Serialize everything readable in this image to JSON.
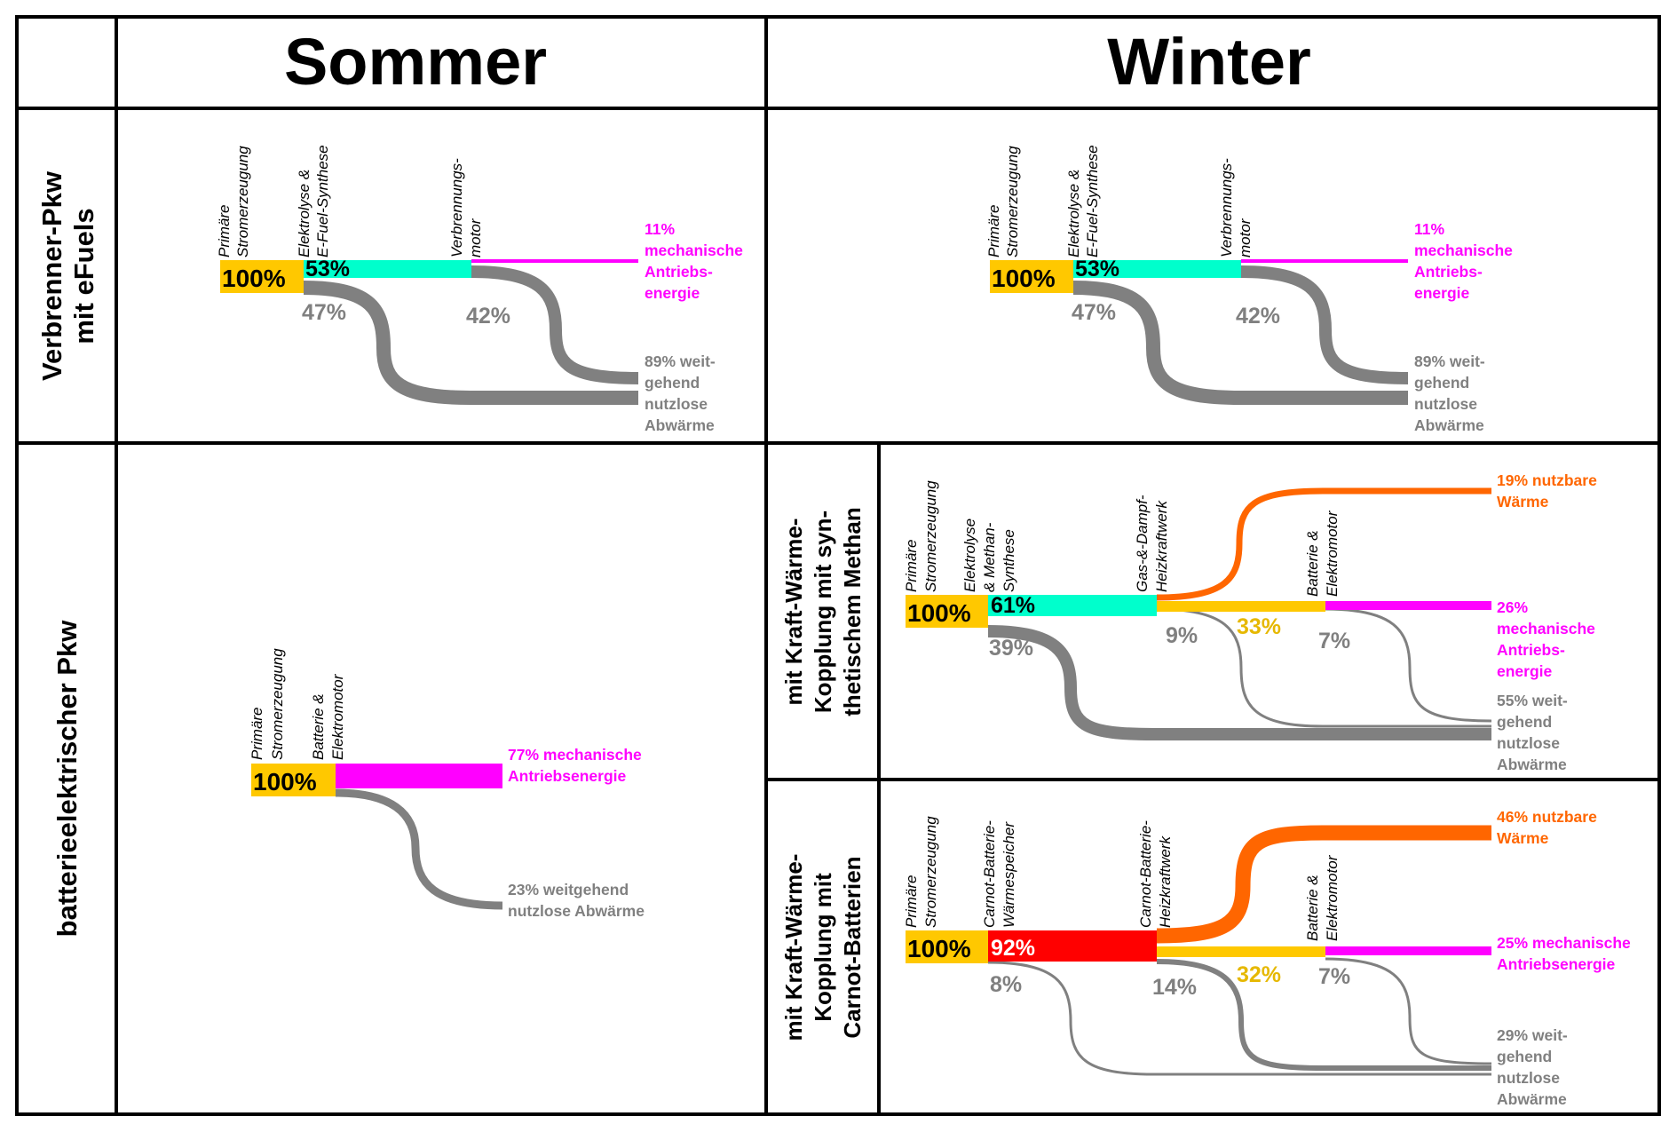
{
  "colors": {
    "primary": "#ffc800",
    "efuel": "#00ffcc",
    "carnot": "#ff0000",
    "mechanical": "#ff00ff",
    "heat": "#ff6600",
    "loss": "#808080",
    "battery_flow": "#ffc800",
    "label_gray": "#808080",
    "label_yellow": "#e6b800"
  },
  "header": {
    "col_summer": "Sommer",
    "col_winter": "Winter"
  },
  "rows": {
    "combustion": [
      "Verbrenner-Pkw",
      "mit eFuels"
    ],
    "battery": "batterieelektrischer Pkw",
    "chp_methane": [
      "mit Kraft-Wärme-",
      "Kopplung mit syn-",
      "thetischem Methan"
    ],
    "chp_carnot": [
      "mit Kraft-Wärme-",
      "Kopplung mit",
      "Carnot-Batterien"
    ]
  },
  "panels": {
    "combustion_summer": {
      "stages": {
        "primary": [
          "Primäre",
          "Stromerzeugung"
        ],
        "electrolysis": [
          "Elektrolyse &",
          "E-Fuel-Synthese"
        ],
        "engine": [
          "Verbrennungs-",
          "motor"
        ]
      },
      "values": {
        "primary": "100%",
        "efuel": "53%",
        "loss1": "47%",
        "loss2": "42%"
      },
      "outputs": {
        "mechanical": [
          "11%",
          "mechanische",
          "Antriebs-",
          "energie"
        ],
        "waste": [
          "89% weit-",
          "gehend",
          "nutzlose",
          "Abwärme"
        ]
      }
    },
    "combustion_winter": {
      "stages": {
        "primary": [
          "Primäre",
          "Stromerzeugung"
        ],
        "electrolysis": [
          "Elektrolyse &",
          "E-Fuel-Synthese"
        ],
        "engine": [
          "Verbrennungs-",
          "motor"
        ]
      },
      "values": {
        "primary": "100%",
        "efuel": "53%",
        "loss1": "47%",
        "loss2": "42%"
      },
      "outputs": {
        "mechanical": [
          "11%",
          "mechanische",
          "Antriebs-",
          "energie"
        ],
        "waste": [
          "89% weit-",
          "gehend",
          "nutzlose",
          "Abwärme"
        ]
      }
    },
    "battery_summer": {
      "stages": {
        "primary": [
          "Primäre",
          "Stromerzeugung"
        ],
        "motor": [
          "Batterie &",
          "Elektromotor"
        ]
      },
      "values": {
        "primary": "100%"
      },
      "outputs": {
        "mechanical": [
          "77% mechanische",
          "Antriebsenergie"
        ],
        "waste": [
          "23% weitgehend",
          "nutzlose Abwärme"
        ]
      }
    },
    "chp_methane_winter": {
      "stages": {
        "primary": [
          "Primäre",
          "Stromerzeugung"
        ],
        "electrolysis": [
          "Elektrolyse",
          "& Methan-",
          "Synthese"
        ],
        "plant": [
          "Gas-&-Dampf-",
          "Heizkraftwerk"
        ],
        "motor": [
          "Batterie &",
          "Elektromotor"
        ]
      },
      "values": {
        "primary": "100%",
        "methane": "61%",
        "loss1": "39%",
        "loss2": "9%",
        "electric": "33%",
        "loss3": "7%"
      },
      "outputs": {
        "heat": [
          "19% nutzbare",
          "Wärme"
        ],
        "mechanical": [
          "26%",
          "mechanische",
          "Antriebs-",
          "energie"
        ],
        "waste": [
          "55% weit-",
          "gehend",
          "nutzlose",
          "Abwärme"
        ]
      }
    },
    "chp_carnot_winter": {
      "stages": {
        "primary": [
          "Primäre",
          "Stromerzeugung"
        ],
        "storage": [
          "Carnot-Batterie-",
          "Wärmespeicher"
        ],
        "plant": [
          "Carnot-Batterie-",
          "Heizkraftwerk"
        ],
        "motor": [
          "Batterie &",
          "Elektromotor"
        ]
      },
      "values": {
        "primary": "100%",
        "stored": "92%",
        "loss1": "8%",
        "loss2": "14%",
        "electric": "32%",
        "loss3": "7%"
      },
      "outputs": {
        "heat": [
          "46% nutzbare",
          "Wärme"
        ],
        "mechanical": [
          "25% mechanische",
          "Antriebsenergie"
        ],
        "waste": [
          "29% weit-",
          "gehend",
          "nutzlose",
          "Abwärme"
        ]
      }
    }
  }
}
